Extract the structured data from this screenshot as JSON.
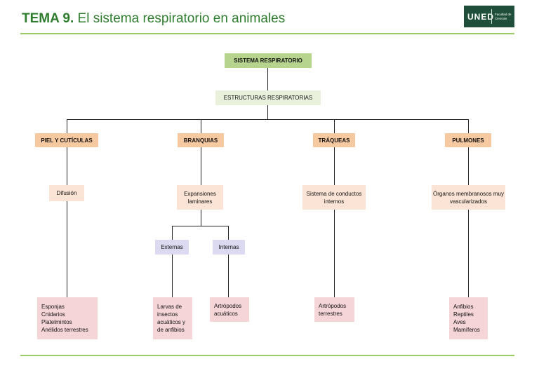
{
  "header": {
    "tema": "TEMA 9.",
    "title": "El sistema respiratorio en animales",
    "logo_text": "UNED",
    "logo_sub": "Facultad de Ciencias",
    "rule_color": "#9ccc65",
    "title_color": "#2e7d2e"
  },
  "diagram": {
    "root": "SISTEMA RESPIRATORIO",
    "structures": "ESTRUCTURAS RESPIRATORIAS",
    "categories": {
      "piel": "PIEL Y CUTÍCULAS",
      "branquias": "BRANQUIAS",
      "traqueas": "TRÁQUEAS",
      "pulmones": "PULMONES"
    },
    "mechanisms": {
      "piel": "Difusión",
      "branquias": "Expansiones laminares",
      "traqueas": "Sistema de conductos internos",
      "pulmones": "Órganos membranosos muy vascularizados"
    },
    "gill_types": {
      "externas": "Externas",
      "internas": "Internas"
    },
    "examples": {
      "piel": "Esponjas\nCnidarios\nPlatelmintos\nAnélidos terrestres",
      "branquias_externas": "Larvas de\ninsectos\nacuáticos y\nde anfibios",
      "branquias_internas": "Artrópodos\nacuáticos",
      "traqueas": "Artrópodos\nterrestres",
      "pulmones": "Anfibios\nReptiles\nAves\nMamíferos"
    },
    "colors": {
      "root": "#b7d48f",
      "structures": "#e9f1dc",
      "category": "#f7c9a0",
      "mechanism": "#fbe4d5",
      "gill_type": "#dcdaf0",
      "example": "#f5d5d8"
    }
  }
}
